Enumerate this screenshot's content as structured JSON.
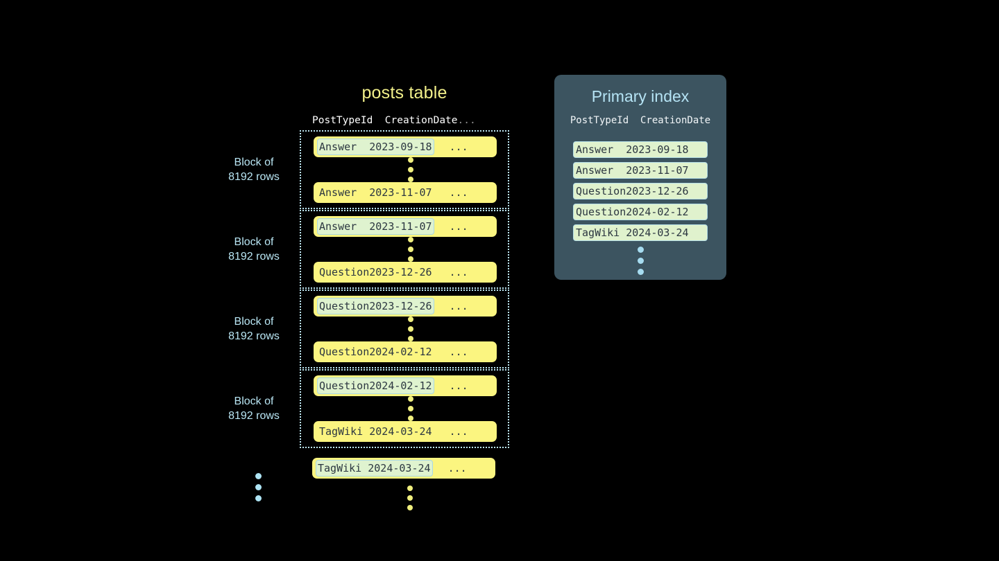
{
  "background_color": "#000000",
  "colors": {
    "row_pill": "#fbf580",
    "highlight_cell": "#dff3cf",
    "highlight_border": "#a9d8e4",
    "block_border": "#bfe9f5",
    "table_title": "#f2f08a",
    "block_label": "#b9e6f4",
    "index_panel": "#3c5460",
    "index_title": "#b5e3f4",
    "index_row": "#e0f2cd",
    "yellow_dot": "#f0ef7e",
    "blue_dot": "#aee4f4"
  },
  "posts_table": {
    "title": "posts table",
    "columns": {
      "post_type_id": "PostTypeId",
      "creation_date": "CreationDate",
      "more": "...",
      "header_line": "PostTypeId  CreationDate"
    },
    "row_more": "...",
    "blocks": [
      {
        "label": "Block of\n8192 rows",
        "first_row": {
          "post_type_id": "Answer  ",
          "creation_date": "2023-09-18",
          "more": "...",
          "highlighted": true
        },
        "last_row": {
          "post_type_id": "Answer  ",
          "creation_date": "2023-11-07",
          "more": "...",
          "highlighted": false
        }
      },
      {
        "label": "Block of\n8192 rows",
        "first_row": {
          "post_type_id": "Answer  ",
          "creation_date": "2023-11-07",
          "more": "...",
          "highlighted": true
        },
        "last_row": {
          "post_type_id": "Question",
          "creation_date": "2023-12-26",
          "more": "...",
          "highlighted": false
        }
      },
      {
        "label": "Block of\n8192 rows",
        "first_row": {
          "post_type_id": "Question",
          "creation_date": "2023-12-26",
          "more": "...",
          "highlighted": true
        },
        "last_row": {
          "post_type_id": "Question",
          "creation_date": "2024-02-12",
          "more": "...",
          "highlighted": false
        }
      },
      {
        "label": "Block of\n8192 rows",
        "first_row": {
          "post_type_id": "Question",
          "creation_date": "2024-02-12",
          "more": "...",
          "highlighted": true
        },
        "last_row": {
          "post_type_id": "TagWiki ",
          "creation_date": "2024-03-24",
          "more": "...",
          "highlighted": false
        }
      }
    ],
    "trailing_row": {
      "post_type_id": "TagWiki ",
      "creation_date": "2024-03-24",
      "more": "...",
      "highlighted": true
    }
  },
  "primary_index": {
    "title": "Primary index",
    "columns": {
      "post_type_id": "PostTypeId",
      "creation_date": "CreationDate",
      "header_line": "PostTypeId  CreationDate"
    },
    "entries": [
      {
        "post_type_id": "Answer  ",
        "creation_date": "2023-09-18"
      },
      {
        "post_type_id": "Answer  ",
        "creation_date": "2023-11-07"
      },
      {
        "post_type_id": "Question",
        "creation_date": "2023-12-26"
      },
      {
        "post_type_id": "Question",
        "creation_date": "2024-02-12"
      },
      {
        "post_type_id": "TagWiki ",
        "creation_date": "2024-03-24"
      }
    ]
  }
}
